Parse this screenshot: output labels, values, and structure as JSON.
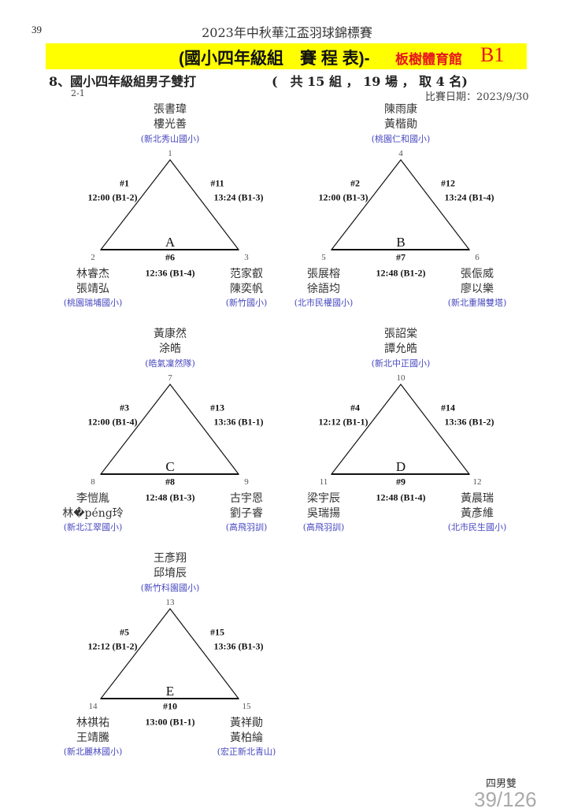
{
  "page_number": "39",
  "doc_title": "2023年中秋華江盃羽球錦標賽",
  "banner": {
    "title": "(國小四年級組　賽 程 表)-",
    "venue": "板樹體育館",
    "court": "B1",
    "bg_color": "#ffff00",
    "accent_color": "#e8141c"
  },
  "event": {
    "title": "8、國小四年級組男子雙打",
    "summary": "(　共 15 組 ， 19 場 ， 取 4 名)",
    "page_code": "2-1",
    "date": "比賽日期：2023/9/30"
  },
  "groups": [
    {
      "letter": "A",
      "top": {
        "num": "1",
        "players": [
          "張書瑋",
          "樓光善"
        ],
        "school": "(新北秀山國小)"
      },
      "left": {
        "num": "2",
        "players": [
          "林睿杰",
          "張靖弘"
        ],
        "school": "(桃園瑞埔國小)"
      },
      "right": {
        "num": "3",
        "players": [
          "范家叡",
          "陳奕帆"
        ],
        "school": "(新竹國小)"
      },
      "match_left": {
        "no": "#1",
        "time": "12:00 (B1-2)"
      },
      "match_right": {
        "no": "#11",
        "time": "13:24 (B1-3)"
      },
      "match_bottom": {
        "no": "#6",
        "time": "12:36 (B1-4)"
      }
    },
    {
      "letter": "B",
      "top": {
        "num": "4",
        "players": [
          "陳雨康",
          "黃楷勛"
        ],
        "school": "(桃園仁和國小)"
      },
      "left": {
        "num": "5",
        "players": [
          "張展榕",
          "徐語均"
        ],
        "school": "(北市民權國小)"
      },
      "right": {
        "num": "6",
        "players": [
          "張侲威",
          "廖以樂"
        ],
        "school": "(新北重陽雙塔)"
      },
      "match_left": {
        "no": "#2",
        "time": "12:00 (B1-3)"
      },
      "match_right": {
        "no": "#12",
        "time": "13:24 (B1-4)"
      },
      "match_bottom": {
        "no": "#7",
        "time": "12:48 (B1-2)"
      }
    },
    {
      "letter": "C",
      "top": {
        "num": "7",
        "players": [
          "黃康然",
          "涂皓"
        ],
        "school": "(皓氣凜然隊)"
      },
      "left": {
        "num": "8",
        "players": [
          "李愷胤",
          "林�péng玲"
        ],
        "school": "(新北江翠國小)"
      },
      "right": {
        "num": "9",
        "players": [
          "古宇恩",
          "劉子睿"
        ],
        "school": "(高飛羽訓)"
      },
      "match_left": {
        "no": "#3",
        "time": "12:00 (B1-4)"
      },
      "match_right": {
        "no": "#13",
        "time": "13:36 (B1-1)"
      },
      "match_bottom": {
        "no": "#8",
        "time": "12:48 (B1-3)"
      }
    },
    {
      "letter": "D",
      "top": {
        "num": "10",
        "players": [
          "張詔棠",
          "譚允皓"
        ],
        "school": "(新北中正國小)"
      },
      "left": {
        "num": "11",
        "players": [
          "梁宇辰",
          "吳瑞揚"
        ],
        "school": "(高飛羽訓)"
      },
      "right": {
        "num": "12",
        "players": [
          "黃晨瑞",
          "黃彥維"
        ],
        "school": "(北市民生國小)"
      },
      "match_left": {
        "no": "#4",
        "time": "12:12 (B1-1)"
      },
      "match_right": {
        "no": "#14",
        "time": "13:36 (B1-2)"
      },
      "match_bottom": {
        "no": "#9",
        "time": "12:48 (B1-4)"
      }
    },
    {
      "letter": "E",
      "top": {
        "num": "13",
        "players": [
          "王彥翔",
          "邱堉辰"
        ],
        "school": "(新竹科園國小)"
      },
      "left": {
        "num": "14",
        "players": [
          "林祺祐",
          "王靖騰"
        ],
        "school": "(新北麗林國小)"
      },
      "right": {
        "num": "15",
        "players": [
          "黃祥勛",
          "黃柏綸"
        ],
        "school": "(宏正新北青山)"
      },
      "match_left": {
        "no": "#5",
        "time": "12:12 (B1-2)"
      },
      "match_right": {
        "no": "#15",
        "time": "13:36 (B1-3)"
      },
      "match_bottom": {
        "no": "#10",
        "time": "13:00 (B1-1)"
      }
    }
  ],
  "footer": {
    "label": "四男雙",
    "pages": "39/126"
  }
}
